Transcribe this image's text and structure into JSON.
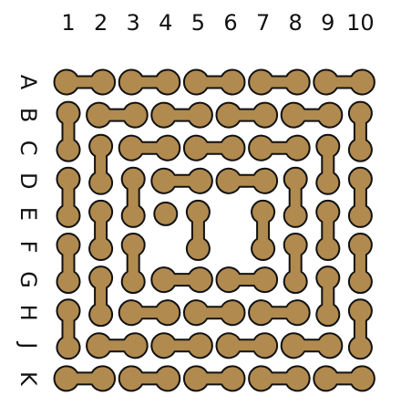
{
  "board": {
    "column_labels": [
      "1",
      "2",
      "3",
      "4",
      "5",
      "6",
      "7",
      "8",
      "9",
      "10"
    ],
    "row_labels": [
      "A",
      "B",
      "C",
      "D",
      "E",
      "F",
      "G",
      "H",
      "J",
      "K"
    ],
    "colors": {
      "piece_fill": "#b08a4f",
      "piece_outline": "#111111",
      "background": "#ffffff",
      "label": "#111111"
    },
    "pieces": [
      {
        "type": "dumbbell",
        "orientation": "horizontal",
        "cells": [
          "A1",
          "A2"
        ]
      },
      {
        "type": "dumbbell",
        "orientation": "horizontal",
        "cells": [
          "A3",
          "A4"
        ]
      },
      {
        "type": "dumbbell",
        "orientation": "horizontal",
        "cells": [
          "A5",
          "A6"
        ]
      },
      {
        "type": "dumbbell",
        "orientation": "horizontal",
        "cells": [
          "A7",
          "A8"
        ]
      },
      {
        "type": "dumbbell",
        "orientation": "horizontal",
        "cells": [
          "A9",
          "A10"
        ]
      },
      {
        "type": "dumbbell",
        "orientation": "vertical",
        "cells": [
          "B1",
          "C1"
        ]
      },
      {
        "type": "dumbbell",
        "orientation": "horizontal",
        "cells": [
          "B2",
          "B3"
        ]
      },
      {
        "type": "dumbbell",
        "orientation": "horizontal",
        "cells": [
          "B4",
          "B5"
        ]
      },
      {
        "type": "dumbbell",
        "orientation": "horizontal",
        "cells": [
          "B6",
          "B7"
        ]
      },
      {
        "type": "dumbbell",
        "orientation": "horizontal",
        "cells": [
          "B8",
          "B9"
        ]
      },
      {
        "type": "dumbbell",
        "orientation": "vertical",
        "cells": [
          "B10",
          "C10"
        ]
      },
      {
        "type": "dumbbell",
        "orientation": "vertical",
        "cells": [
          "C2",
          "D2"
        ]
      },
      {
        "type": "dumbbell",
        "orientation": "horizontal",
        "cells": [
          "C3",
          "C4"
        ]
      },
      {
        "type": "dumbbell",
        "orientation": "horizontal",
        "cells": [
          "C5",
          "C6"
        ]
      },
      {
        "type": "dumbbell",
        "orientation": "horizontal",
        "cells": [
          "C7",
          "C8"
        ]
      },
      {
        "type": "dumbbell",
        "orientation": "vertical",
        "cells": [
          "C9",
          "D9"
        ]
      },
      {
        "type": "dumbbell",
        "orientation": "vertical",
        "cells": [
          "D1",
          "E1"
        ]
      },
      {
        "type": "dumbbell",
        "orientation": "vertical",
        "cells": [
          "D3",
          "E3"
        ]
      },
      {
        "type": "dumbbell",
        "orientation": "horizontal",
        "cells": [
          "D4",
          "D5"
        ]
      },
      {
        "type": "dumbbell",
        "orientation": "horizontal",
        "cells": [
          "D6",
          "D7"
        ]
      },
      {
        "type": "dumbbell",
        "orientation": "vertical",
        "cells": [
          "D8",
          "E8"
        ]
      },
      {
        "type": "dumbbell",
        "orientation": "vertical",
        "cells": [
          "D10",
          "E10"
        ]
      },
      {
        "type": "dumbbell",
        "orientation": "vertical",
        "cells": [
          "E2",
          "F2"
        ]
      },
      {
        "type": "single",
        "orientation": "none",
        "cells": [
          "E4"
        ]
      },
      {
        "type": "dumbbell",
        "orientation": "vertical",
        "cells": [
          "E9",
          "F9"
        ]
      },
      {
        "type": "dumbbell",
        "orientation": "vertical",
        "cells": [
          "F1",
          "G1"
        ]
      },
      {
        "type": "dumbbell",
        "orientation": "vertical",
        "cells": [
          "F3",
          "G3"
        ]
      },
      {
        "type": "dumbbell",
        "orientation": "vertical",
        "cells": [
          "E5",
          "F5"
        ]
      },
      {
        "type": "dumbbell",
        "orientation": "vertical",
        "cells": [
          "E7",
          "F7"
        ]
      },
      {
        "type": "dumbbell",
        "orientation": "vertical",
        "cells": [
          "F8",
          "G8"
        ]
      },
      {
        "type": "dumbbell",
        "orientation": "vertical",
        "cells": [
          "F10",
          "G10"
        ]
      },
      {
        "type": "dumbbell",
        "orientation": "vertical",
        "cells": [
          "G2",
          "H2"
        ]
      },
      {
        "type": "dumbbell",
        "orientation": "horizontal",
        "cells": [
          "G4",
          "G5"
        ]
      },
      {
        "type": "dumbbell",
        "orientation": "horizontal",
        "cells": [
          "G6",
          "G7"
        ]
      },
      {
        "type": "dumbbell",
        "orientation": "vertical",
        "cells": [
          "G9",
          "H9"
        ]
      },
      {
        "type": "dumbbell",
        "orientation": "vertical",
        "cells": [
          "H1",
          "J1"
        ]
      },
      {
        "type": "dumbbell",
        "orientation": "horizontal",
        "cells": [
          "H3",
          "H4"
        ]
      },
      {
        "type": "dumbbell",
        "orientation": "horizontal",
        "cells": [
          "H5",
          "H6"
        ]
      },
      {
        "type": "dumbbell",
        "orientation": "horizontal",
        "cells": [
          "H7",
          "H8"
        ]
      },
      {
        "type": "dumbbell",
        "orientation": "vertical",
        "cells": [
          "H10",
          "J10"
        ]
      },
      {
        "type": "dumbbell",
        "orientation": "horizontal",
        "cells": [
          "J2",
          "J3"
        ]
      },
      {
        "type": "dumbbell",
        "orientation": "horizontal",
        "cells": [
          "J4",
          "J5"
        ]
      },
      {
        "type": "dumbbell",
        "orientation": "horizontal",
        "cells": [
          "J6",
          "J7"
        ]
      },
      {
        "type": "dumbbell",
        "orientation": "horizontal",
        "cells": [
          "J8",
          "J9"
        ]
      },
      {
        "type": "dumbbell",
        "orientation": "horizontal",
        "cells": [
          "K1",
          "K2"
        ]
      },
      {
        "type": "dumbbell",
        "orientation": "horizontal",
        "cells": [
          "K3",
          "K4"
        ]
      },
      {
        "type": "dumbbell",
        "orientation": "horizontal",
        "cells": [
          "K5",
          "K6"
        ]
      },
      {
        "type": "dumbbell",
        "orientation": "horizontal",
        "cells": [
          "K7",
          "K8"
        ]
      },
      {
        "type": "dumbbell",
        "orientation": "horizontal",
        "cells": [
          "K9",
          "K10"
        ]
      }
    ]
  }
}
